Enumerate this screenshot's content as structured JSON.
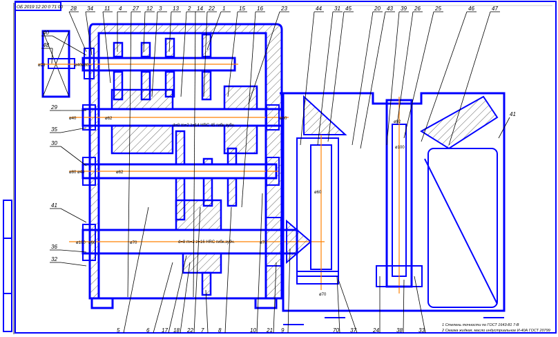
{
  "title_stamp": "ОБ 2019 12 20 0 71 00",
  "colors": {
    "outline": "#0000ff",
    "centerline": "#ff8000",
    "leader": "#000000"
  },
  "callouts": {
    "top": [
      "28",
      "34",
      "11",
      "4",
      "27",
      "12",
      "3",
      "13",
      "2",
      "14",
      "22",
      "1",
      "15",
      "16",
      "23",
      "44",
      "31",
      "45",
      "20",
      "43",
      "39",
      "26",
      "25",
      "46",
      "47"
    ],
    "bottom": [
      "5",
      "6",
      "17",
      "18",
      "22",
      "7",
      "8",
      "10",
      "21",
      "9",
      "70",
      "37",
      "24",
      "38",
      "33"
    ],
    "left": [
      "40",
      "48",
      "29",
      "35",
      "30",
      "41",
      "36",
      "32"
    ],
    "right": [
      "41"
    ]
  },
  "dimensions": [
    "ø28",
    "ø40",
    "ø80",
    "ø40",
    "ø80",
    "ø62",
    "ø80",
    "ø40",
    "ø62",
    "ø100",
    "ø60",
    "ø70",
    "ø70",
    "ø60",
    "ø92",
    "ø100",
    "ø70"
  ],
  "shaft_notes": [
    "d=8 m=2 z=14 HRC 45 гибк.зубч.",
    "d=8 m=2 z=16 HRC гибк.зубч."
  ],
  "notes": [
    "1 Степень точности по ГОСТ 1643-81 7-В",
    "2 Смазка жидкая, масло индустриальное И-40А ГОСТ 20799"
  ]
}
